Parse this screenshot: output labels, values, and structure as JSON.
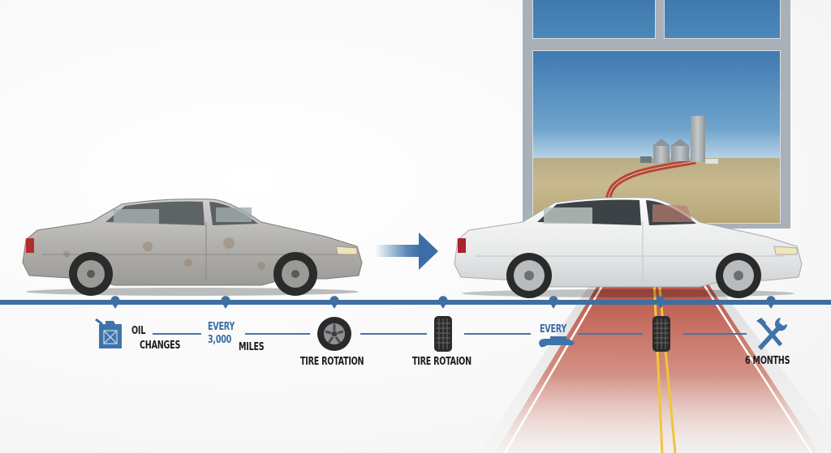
{
  "scene": {
    "description": "Car maintenance infographic: worn car transforms into clean car along a maintenance timeline",
    "colors": {
      "timeline": "#3f6fa2",
      "accent_blue": "#3a6ea5",
      "road_red": "#c0503f",
      "road_yellow": "#f0c63a",
      "window_frame": "#a9b0b8",
      "sky": "#4d88ba"
    }
  },
  "cars": {
    "before": {
      "label": "worn-car",
      "color": "#b8b8b8"
    },
    "after": {
      "label": "clean-car",
      "color": "#e9ebec"
    }
  },
  "timeline": {
    "milestones": [
      {
        "id": "oil",
        "icon": "fuel-can-icon",
        "lines": [
          "OIL",
          "CHANGES"
        ]
      },
      {
        "id": "every-3000",
        "lines": [
          "EVERY",
          "3,000"
        ],
        "suffix": "MILES"
      },
      {
        "id": "tire-rotation-1",
        "icon": "wheel-icon",
        "lines": [
          "TIRE ROTATION"
        ]
      },
      {
        "id": "tire-rotation-2",
        "icon": "tire-tread-icon",
        "lines": [
          "TIRE ROTAION"
        ]
      },
      {
        "id": "every",
        "icon": "wiper-blade-icon",
        "lines": [
          "EVERY"
        ]
      },
      {
        "id": "tire-3",
        "icon": "tire-tread-icon"
      },
      {
        "id": "six-months",
        "icon": "wrench-screwdriver-icon",
        "lines": [
          "6 MONTHS"
        ]
      }
    ]
  }
}
